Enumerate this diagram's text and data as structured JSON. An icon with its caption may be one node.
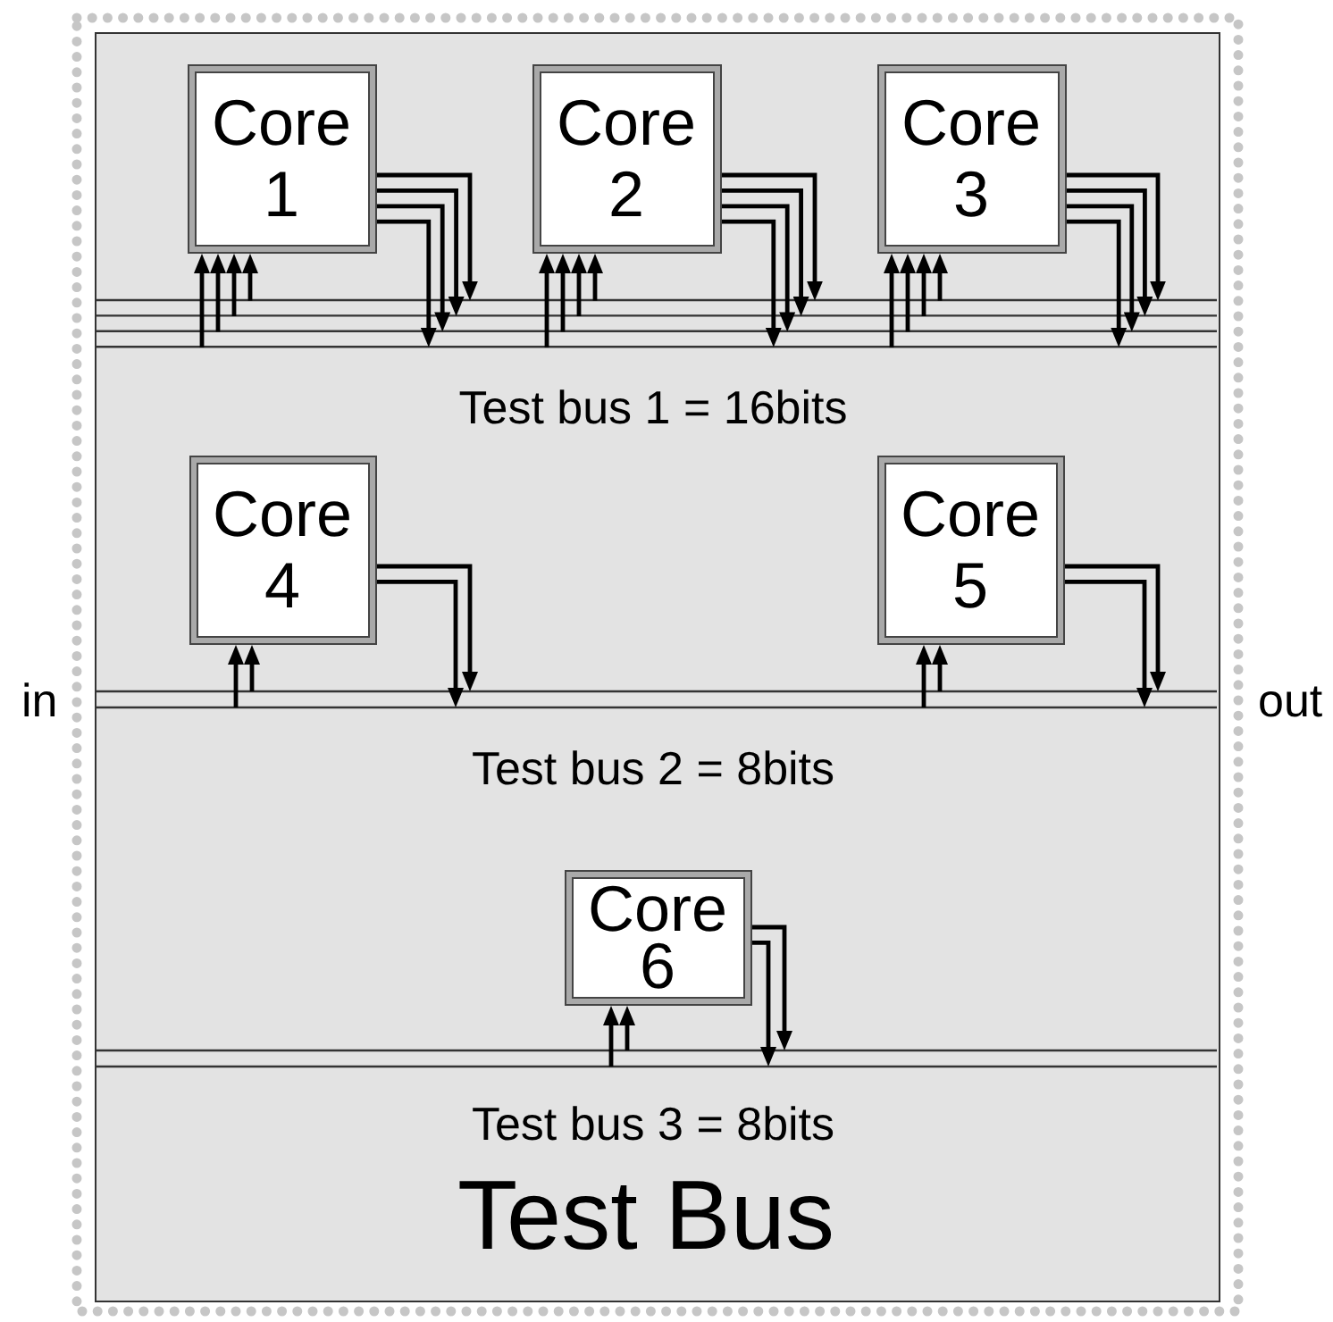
{
  "diagram": {
    "nodes": [
      {
        "text": [
          "Test Bus"
        ]
      },
      {
        "text": [
          "Core 1"
        ],
        "in": 0
      },
      {
        "text": [
          "Core 2"
        ],
        "in": 0
      },
      {
        "text": [
          "Core 3"
        ],
        "in": 0
      },
      {
        "text": [],
        "shape": "bar",
        "beside": [
          "Test bus 1 = 16bits"
        ],
        "in": 0
      },
      {
        "text": [
          "Core 4"
        ],
        "in": 0
      },
      {
        "text": [
          "Core 5"
        ],
        "in": 0
      },
      {
        "text": [],
        "shape": "bar",
        "beside": [
          "Test bus 2 = 8bits"
        ],
        "in": 0
      },
      {
        "text": [
          "Core 6"
        ],
        "in": 0
      },
      {
        "text": [],
        "shape": "bar",
        "beside": [
          "Test bus 3 = 8bits"
        ],
        "in": 0
      }
    ],
    "edges": [
      {
        "from": 4,
        "to": 1,
        "arrow": "to"
      },
      {
        "from": 4,
        "to": 1,
        "arrow": "to"
      },
      {
        "from": 4,
        "to": 1,
        "arrow": "to"
      },
      {
        "from": 4,
        "to": 1,
        "arrow": "to"
      },
      {
        "from": 1,
        "to": 4,
        "arrow": "to"
      },
      {
        "from": 1,
        "to": 4,
        "arrow": "to"
      },
      {
        "from": 1,
        "to": 4,
        "arrow": "to"
      },
      {
        "from": 1,
        "to": 4,
        "arrow": "to"
      },
      {
        "from": 4,
        "to": 2,
        "arrow": "to"
      },
      {
        "from": 4,
        "to": 2,
        "arrow": "to"
      },
      {
        "from": 4,
        "to": 2,
        "arrow": "to"
      },
      {
        "from": 4,
        "to": 2,
        "arrow": "to"
      },
      {
        "from": 2,
        "to": 4,
        "arrow": "to"
      },
      {
        "from": 2,
        "to": 4,
        "arrow": "to"
      },
      {
        "from": 2,
        "to": 4,
        "arrow": "to"
      },
      {
        "from": 2,
        "to": 4,
        "arrow": "to"
      },
      {
        "from": 4,
        "to": 3,
        "arrow": "to"
      },
      {
        "from": 4,
        "to": 3,
        "arrow": "to"
      },
      {
        "from": 4,
        "to": 3,
        "arrow": "to"
      },
      {
        "from": 4,
        "to": 3,
        "arrow": "to"
      },
      {
        "from": 3,
        "to": 4,
        "arrow": "to"
      },
      {
        "from": 3,
        "to": 4,
        "arrow": "to"
      },
      {
        "from": 3,
        "to": 4,
        "arrow": "to"
      },
      {
        "from": 3,
        "to": 4,
        "arrow": "to"
      },
      {
        "from": 7,
        "to": 5,
        "arrow": "to"
      },
      {
        "from": 7,
        "to": 5,
        "arrow": "to"
      },
      {
        "from": 5,
        "to": 7,
        "arrow": "to"
      },
      {
        "from": 5,
        "to": 7,
        "arrow": "to"
      },
      {
        "from": 7,
        "to": 6,
        "arrow": "to"
      },
      {
        "from": 7,
        "to": 6,
        "arrow": "to"
      },
      {
        "from": 6,
        "to": 7,
        "arrow": "to"
      },
      {
        "from": 6,
        "to": 7,
        "arrow": "to"
      },
      {
        "from": 9,
        "to": 8,
        "arrow": "to"
      },
      {
        "from": 9,
        "to": 8,
        "arrow": "to"
      },
      {
        "from": 8,
        "to": 9,
        "arrow": "to"
      },
      {
        "from": 8,
        "to": 9,
        "arrow": "to"
      }
    ],
    "labels": [
      "in",
      "out"
    ]
  }
}
